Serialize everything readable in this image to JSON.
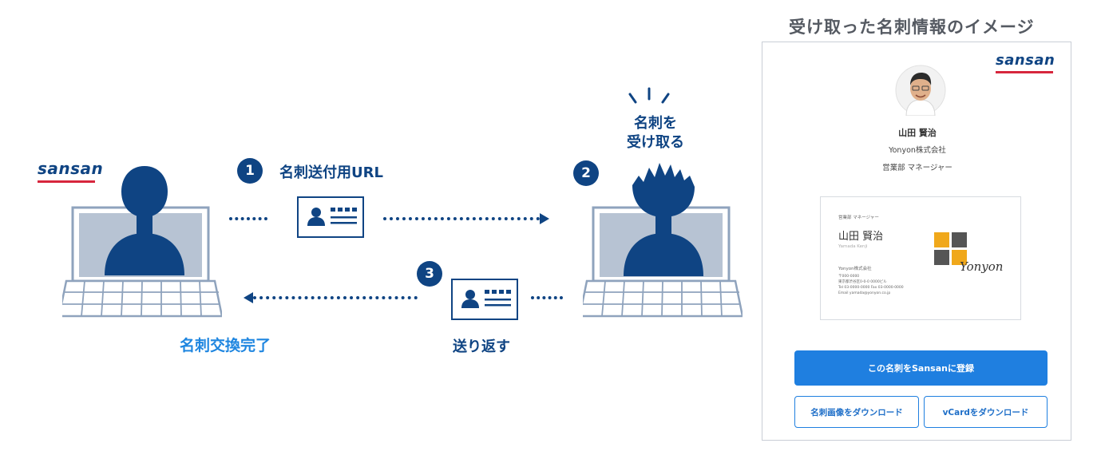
{
  "left": {
    "logo": "sansan",
    "status_label": "名刺交換完了"
  },
  "steps": [
    {
      "number": "1",
      "label": "名刺送付用URL"
    },
    {
      "number": "2",
      "label_line1": "名刺を",
      "label_line2": "受け取る"
    },
    {
      "number": "3",
      "label": "送り返す"
    }
  ],
  "panel": {
    "title": "受け取った名刺情報のイメージ",
    "logo": "sansan",
    "name": "山田 賢治",
    "company": "Yonyon株式会社",
    "position": "営業部 マネージャー",
    "card": {
      "dept": "営業部 マネージャー",
      "name": "山田 賢治",
      "romaji": "Yamada Kenji",
      "company": "Yonyon株式会社",
      "brand": "Yonyon",
      "details": [
        "〒000-0000",
        "東京都渋谷区0-0-0 0000ビル",
        "Tel 03-0000-0000  Fax 03-0000-0000",
        "Email yamada@yonyon.co.jp"
      ]
    },
    "register_button": "この名刺をSansanに登録",
    "download_image_button": "名刺画像をダウンロード",
    "download_vcard_button": "vCardをダウンロード"
  },
  "colors": {
    "navy": "#0f4483",
    "blue": "#1f86e0",
    "accent_red": "#d7263d",
    "laptop": "#8fa3bd",
    "card_squares": [
      "#f0a81b",
      "#555555"
    ]
  }
}
